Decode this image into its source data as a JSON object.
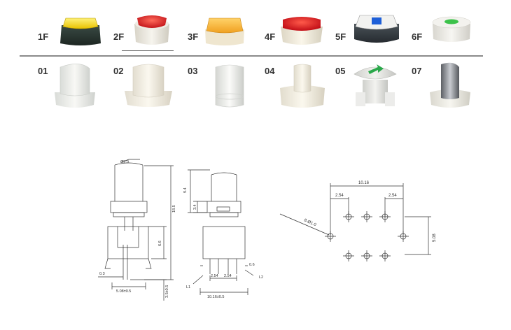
{
  "catalog": {
    "caps_row_1": [
      {
        "code": "1F",
        "icon": "square-yellow-cap-icon"
      },
      {
        "code": "2F",
        "icon": "round-red-cap-icon"
      },
      {
        "code": "3F",
        "icon": "square-amber-cap-icon"
      },
      {
        "code": "4F",
        "icon": "round-red-cap-icon"
      },
      {
        "code": "5F",
        "icon": "square-blue-cap-icon"
      },
      {
        "code": "6F",
        "icon": "round-green-dot-cap-icon"
      }
    ],
    "caps_row_2": [
      {
        "code": "01",
        "icon": "slanted-clear-cap-icon"
      },
      {
        "code": "02",
        "icon": "round-clear-square-base-icon"
      },
      {
        "code": "03",
        "icon": "tall-clear-cylinder-icon"
      },
      {
        "code": "04",
        "icon": "stepped-clear-cap-icon"
      },
      {
        "code": "05",
        "icon": "arrow-mushroom-cap-icon"
      },
      {
        "code": "07",
        "icon": "slanted-gray-cap-icon"
      }
    ]
  },
  "drawing": {
    "front_view": {
      "diameter": "Ø5.0",
      "total_height": "18.5",
      "lower_height": "6.6",
      "pin_offset": "0.3",
      "pin_spacing": "5.08±0.5",
      "pin_length": "3.5±0.5"
    },
    "side_view": {
      "upper_height": "9.4",
      "collar_height": "3.4",
      "pin_width": "0.6",
      "pitch_a": "2.54",
      "pitch_b": "2.54",
      "body_width": "10.16±0.5",
      "lead_1": "L1",
      "lead_2": "L2"
    },
    "pcb_layout": {
      "total_width": "10.16",
      "left_pitch": "2.54",
      "right_pitch": "2.54",
      "holes": "8-Ø1.0",
      "row_spacing": "5.08"
    }
  }
}
